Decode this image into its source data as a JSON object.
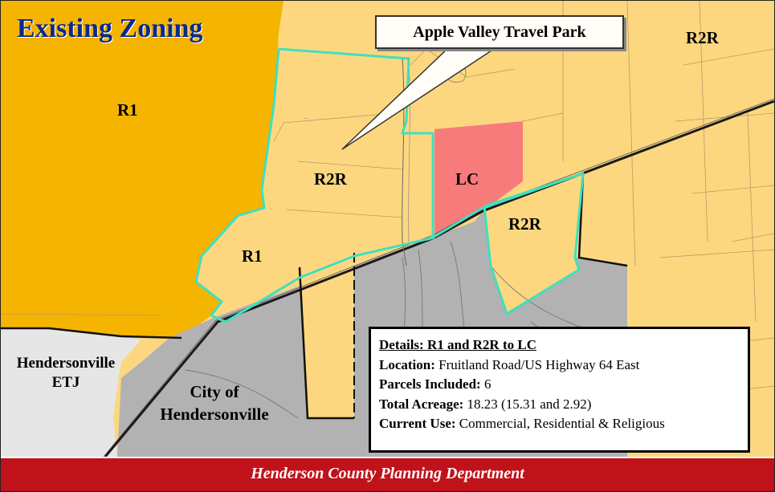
{
  "title": "Existing Zoning",
  "callout": "Apple Valley Travel Park",
  "zones": {
    "r1_left": "R1",
    "r2r_top_right": "R2R",
    "r2r_center": "R2R",
    "lc": "LC",
    "r2r_right": "R2R",
    "r1_small": "R1",
    "hendersonville_etj": "Hendersonville ETJ",
    "city": "City of Hendersonville"
  },
  "details": {
    "heading": "Details: R1 and R2R to LC",
    "location_label": "Location:",
    "location_value": "Fruitland Road/US Highway 64 East",
    "parcels_label": "Parcels Included:",
    "parcels_value": "6",
    "acreage_label": "Total Acreage:",
    "acreage_value": "18.23 (15.31 and 2.92)",
    "use_label": "Current Use:",
    "use_value": "Commercial, Residential & Religious"
  },
  "footer": "Henderson County Planning Department",
  "colors": {
    "r1": "#f5b400",
    "r2r": "#fdd780",
    "lc": "#f77b7b",
    "city": "#b2b2b2",
    "etj": "#e8e8e8",
    "subject_outline": "#3ee0c0",
    "footer": "#c0121a",
    "title": "#0b2a8c"
  }
}
